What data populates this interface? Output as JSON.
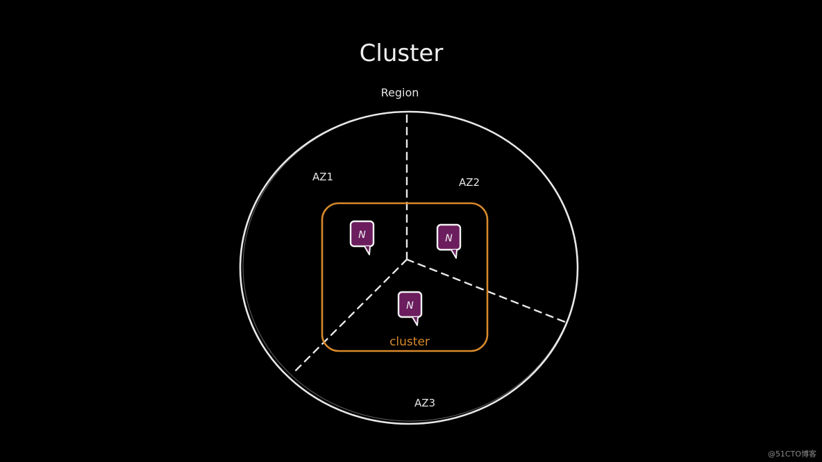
{
  "title": "Cluster",
  "region_label": "Region",
  "zones": [
    {
      "label": "AZ1"
    },
    {
      "label": "AZ2"
    },
    {
      "label": "AZ3"
    }
  ],
  "cluster_label": "cluster",
  "node_label": "N",
  "watermark": "@51CTO博客",
  "colors": {
    "background": "#000000",
    "stroke": "#e8e8e8",
    "cluster": "#d98a2b",
    "node_fill": "#6b1d5e",
    "node_border": "#f2f2f2"
  }
}
